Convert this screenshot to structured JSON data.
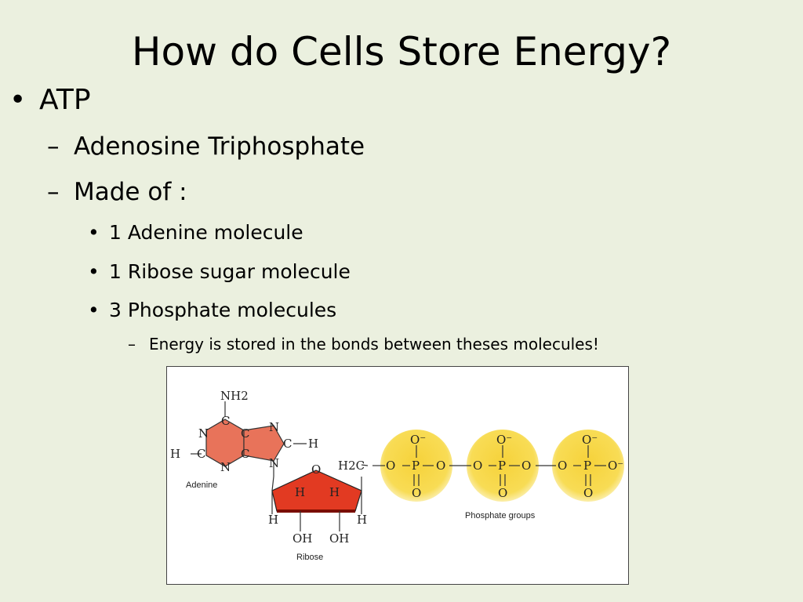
{
  "slide": {
    "title": "How do Cells Store Energy?",
    "bullets": {
      "atp": "ATP",
      "adenosine": "Adenosine Triphosphate",
      "made_of": "Made of :",
      "adenine_molecule": "1 Adenine molecule",
      "ribose_molecule": "1 Ribose sugar molecule",
      "phosphate_molecules": "3 Phosphate molecules",
      "energy_note": "Energy is stored in the bonds between theses molecules!"
    },
    "markers": {
      "bullet": "•",
      "dash": "–"
    }
  },
  "diagram": {
    "labels": {
      "adenine": "Adenine",
      "ribose": "Ribose",
      "phosphate_groups": "Phosphate groups"
    },
    "atoms": {
      "nh2": "NH2",
      "c": "C",
      "n": "N",
      "h": "H",
      "o": "O",
      "o_minus": "O⁻",
      "p": "P",
      "h2c": "H2C",
      "oh": "OH"
    },
    "colors": {
      "adenine_fill": "#e8735a",
      "ribose_fill": "#e23a22",
      "phosphate_fill": "#f6d23a",
      "phosphate_edge": "#f9e98a"
    }
  }
}
